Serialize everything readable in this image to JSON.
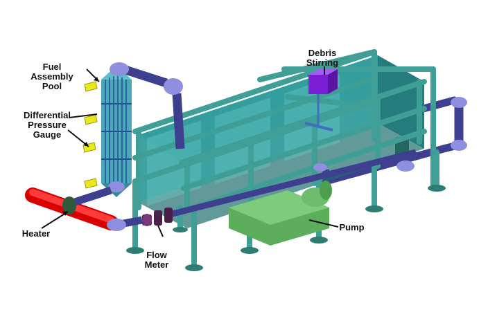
{
  "labels": {
    "fuel_assembly_pool": [
      "Fuel",
      "Assembly",
      "Pool"
    ],
    "differential_pressure_gauge": [
      "Differential",
      "Pressure",
      "Gauge"
    ],
    "heater": "Heater",
    "flow_meter": [
      "Flow",
      "Meter"
    ],
    "debris_stirring": [
      "Debris",
      "Stirring"
    ],
    "pump": "Pump"
  },
  "colors": {
    "tank_glass": "#2f9a9a",
    "frame": "#3f9f96",
    "frame_dark": "#2e7d75",
    "pipe": "#3f3f8f",
    "pipe_elbow": "#8f8fdf",
    "heater": "#ff1a1a",
    "flow_meter": "#4b1f4b",
    "stirrer": "#7a1fd6",
    "pump": "#5cae5c",
    "gauge": "#e8e81a",
    "fuel_column": "#4aa8b8"
  }
}
